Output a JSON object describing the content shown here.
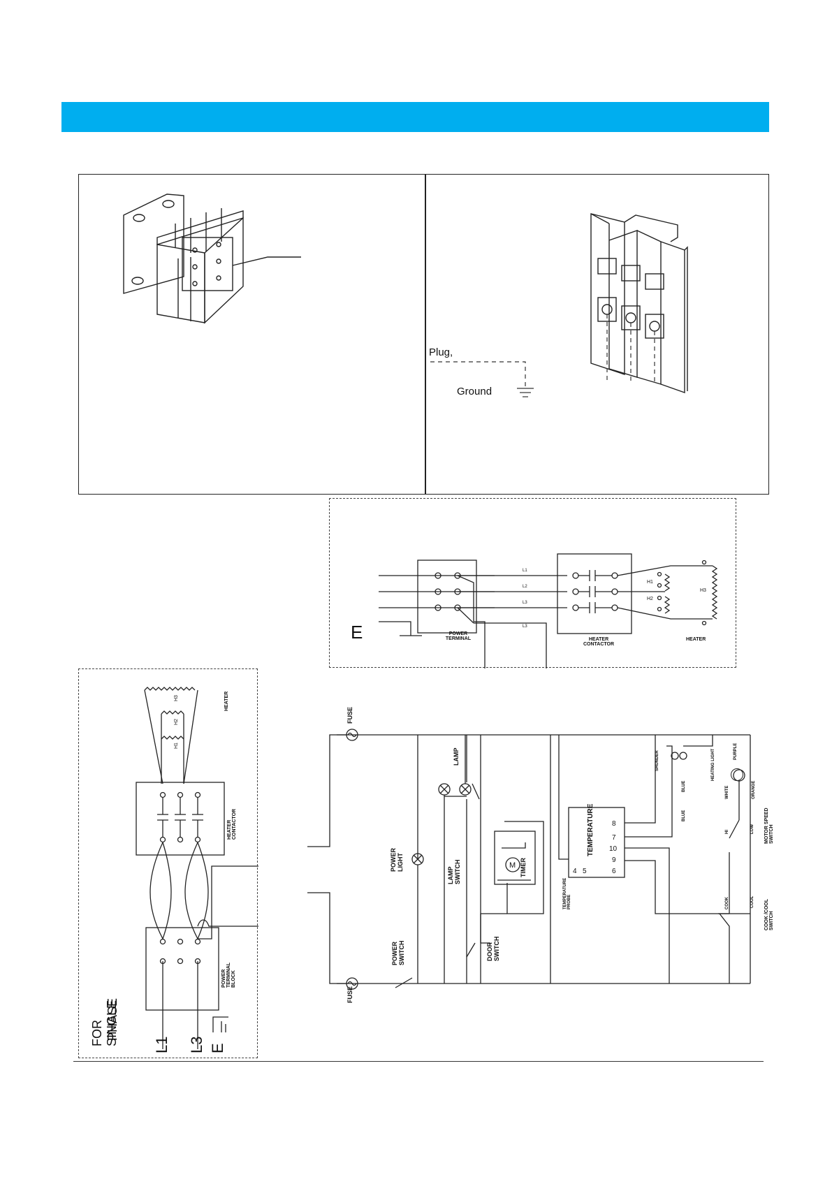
{
  "ground_panel": {
    "plug_label": "Plug,",
    "ground_label": "Ground"
  },
  "three_phase": {
    "e_label": "E",
    "power_terminal": "POWER TERMINAL",
    "heater_contactor": "HEATER CONTACTOR",
    "heater": "HEATER",
    "lines": [
      "L1",
      "L2",
      "L3",
      "L3"
    ],
    "h_labels": [
      "H1",
      "H2",
      "H3"
    ]
  },
  "single_phase": {
    "title_line1": "FOR SINGLE",
    "title_line2": "PHASE",
    "l1": "L1",
    "l3": "L3",
    "e": "E",
    "heater": "HEATER",
    "heater_contactor": "HEATER CONTACTOR",
    "power_terminal_block": "POWER TERMINAL BLOCK",
    "h_labels": [
      "H1",
      "H2",
      "H3"
    ]
  },
  "schematic": {
    "fuse_top": "FUSE",
    "fuse_bottom": "FUSE",
    "lamp": "LAMP",
    "power_light": "POWER LIGHT",
    "lamp_switch": "LAMP SWITCH",
    "power_switch": "POWER SWITCH",
    "door_switch": "DOOR SWITCH",
    "timer": "TIMER",
    "motor_symbol": "M",
    "temperature": "TEMPERATURE",
    "temp_terminals_top": [
      "8",
      "7",
      "10",
      "9",
      "6"
    ],
    "temp_terminals_bottom": [
      "4",
      "5"
    ],
    "temperature_probe": "TEMPERATURE PROBE",
    "shunder": "SHUNDER",
    "heating_light": "HEATING LIGHT",
    "blue1": "BLUE",
    "blue2": "BLUE",
    "white": "WHITE",
    "purple": "PURPLE",
    "orange": "ORANGE",
    "hi": "HI",
    "low": "LOW",
    "motor_speed_switch": "MOTOR SPEED SWITCH",
    "cook": "COOK",
    "cool": "COOL",
    "cook_cool_switch": "COOK /COOL SWITCH"
  }
}
